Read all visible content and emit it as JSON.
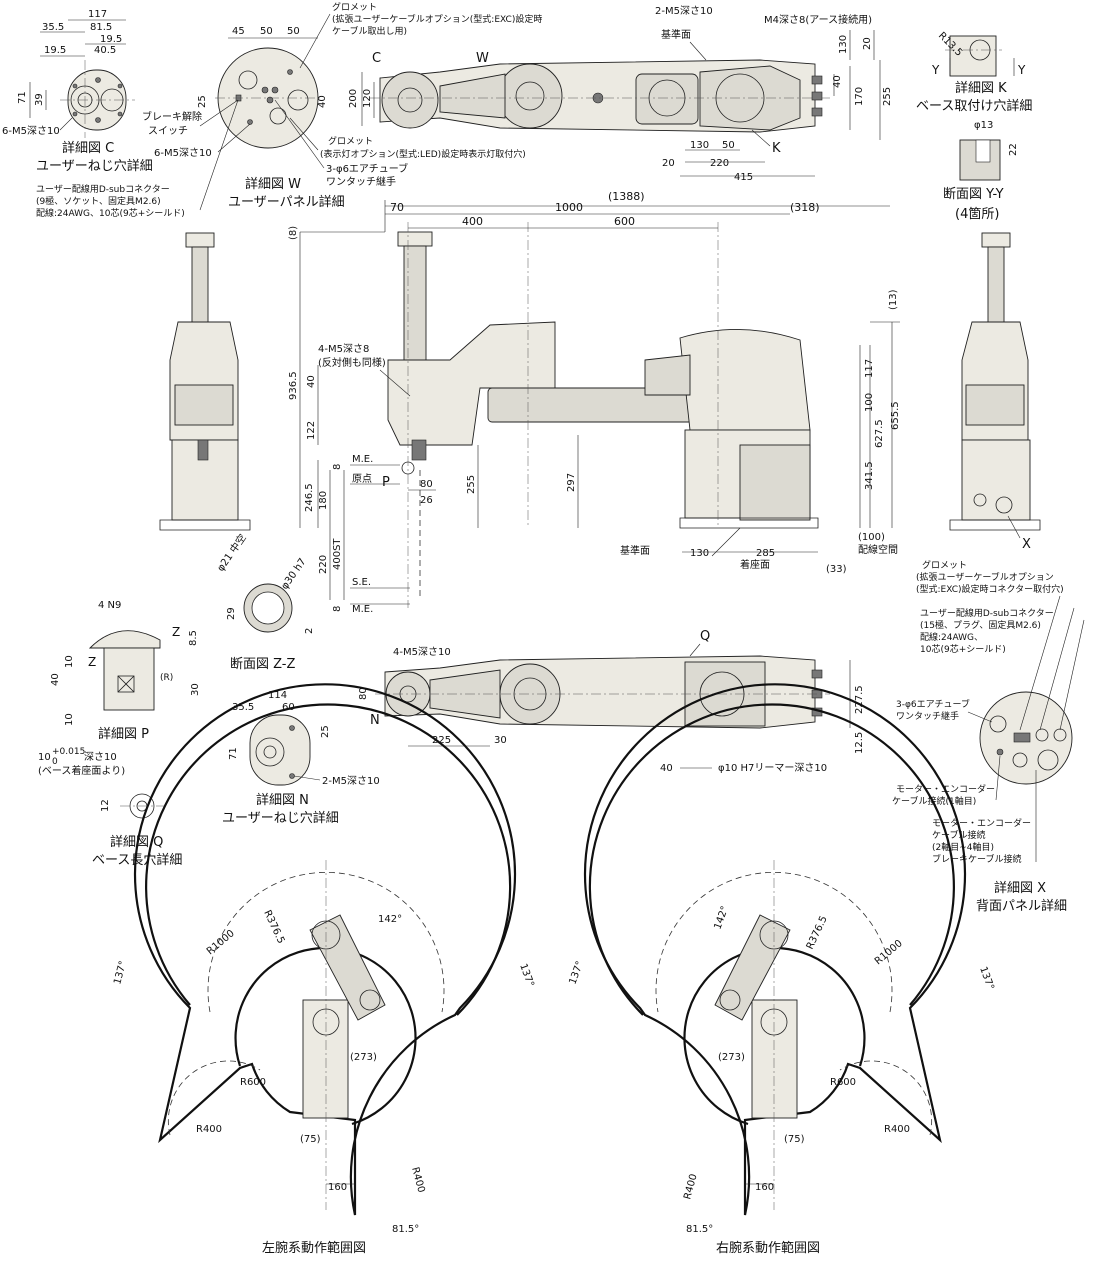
{
  "views": {
    "detail_c": {
      "title": "詳細図 C",
      "subtitle": "ユーザーねじ穴詳細",
      "dims": [
        "117",
        "35.5",
        "81.5",
        "19.5",
        "19.5",
        "40.5",
        "71",
        "39"
      ],
      "note": "6-M5深さ10"
    },
    "detail_w": {
      "title": "詳細図 W",
      "subtitle": "ユーザーパネル詳細",
      "dims": [
        "45",
        "50",
        "50",
        "25",
        "40"
      ],
      "callouts": [
        "グロメット",
        "(拡張ユーザーケーブルオプション(型式:EXC)設定時",
        "ケーブル取出し用)",
        "ブレーキ解除",
        "スイッチ",
        "6-M5深さ10",
        "グロメット",
        "(表示灯オプション(型式:LED)設定時表示灯取付穴)",
        "3-φ6エアチューブ",
        "ワンタッチ継手",
        "ユーザー配線用D-subコネクター",
        "(9極、ソケット、固定具M2.6)",
        "配線:24AWG、10芯(9芯+シールド)"
      ]
    },
    "top_view": {
      "labels": [
        "2-M5深さ10",
        "M4深さ8(アース接続用)",
        "基準面",
        "C",
        "W",
        "K"
      ],
      "dims": [
        "130",
        "20",
        "200",
        "120",
        "40",
        "170",
        "255",
        "130",
        "50",
        "220",
        "20",
        "415"
      ]
    },
    "detail_k": {
      "title": "詳細図 K",
      "subtitle": "ベース取付け穴詳細",
      "dims": [
        "R13.5"
      ],
      "marks": [
        "Y",
        "Y"
      ]
    },
    "section_yy": {
      "title": "断面図 Y-Y",
      "subtitle": "(4箇所)",
      "dims": [
        "φ13",
        "22"
      ]
    },
    "side_view": {
      "top_dims": [
        "(1388)",
        "70",
        "1000",
        "(318)",
        "400",
        "600"
      ],
      "left_dims": [
        "(8)",
        "936.5",
        "40",
        "122",
        "246.5",
        "180",
        "220",
        "400ST",
        "8",
        "8"
      ],
      "right_dims": [
        "(13)",
        "117",
        "100",
        "627.5",
        "655.5",
        "341.5"
      ],
      "inner_dims": [
        "255",
        "297",
        "80",
        "26"
      ],
      "bottom_dims": [
        "130",
        "285",
        "(33)",
        "(100)"
      ],
      "labels": [
        "4-M5深さ8",
        "(反対側も同様)",
        "M.E.",
        "原点",
        "P",
        "S.E.",
        "M.E.",
        "基準面",
        "着座面",
        "(100)",
        "配線空間",
        "X"
      ]
    },
    "section_zz": {
      "title": "断面図 Z-Z",
      "dims": [
        "φ21 中空",
        "φ30 h7",
        "29",
        "2"
      ]
    },
    "detail_p": {
      "title": "詳細図 P",
      "dims": [
        "4 N9",
        "8.5",
        "40",
        "10",
        "30",
        "10"
      ],
      "marks": [
        "Z",
        "Z",
        "(R)"
      ]
    },
    "detail_n": {
      "title": "詳細図 N",
      "subtitle": "ユーザーねじ穴詳細",
      "dims": [
        "114",
        "35.5",
        "60",
        "71",
        "25"
      ],
      "note": "2-M5深さ10"
    },
    "detail_q": {
      "title": "詳細図 Q",
      "subtitle": "ベース長穴詳細",
      "dims": [
        "10",
        "+0.015",
        "0",
        "12"
      ],
      "note1": "深さ10",
      "note2": "(ベース着座面より)"
    },
    "bottom_view": {
      "labels": [
        "Q",
        "4-M5深さ10",
        "N",
        "φ10 H7リーマー深さ10"
      ],
      "dims": [
        "80",
        "225",
        "30",
        "40",
        "227.5",
        "12.5"
      ]
    },
    "detail_x": {
      "title": "詳細図 X",
      "subtitle": "背面パネル詳細",
      "callouts": [
        "グロメット",
        "(拡張ユーザーケーブルオプション",
        "(型式:EXC)設定時コネクター取付穴)",
        "ユーザー配線用D-subコネクター",
        "(15極、プラグ、固定具M2.6)",
        "配線:24AWG、",
        "10芯(9芯+シールド)",
        "3-φ6エアチューブ",
        "ワンタッチ継手",
        "モーター・エンコーダー",
        "ケーブル接続(1軸目)",
        "モーター・エンコーダー",
        "ケーブル接続",
        "(2軸目~4軸目)",
        "ブレーキケーブル接続"
      ]
    },
    "range_left": {
      "title": "左腕系動作範囲図",
      "dims": [
        "R376.5",
        "142°",
        "R1000",
        "137°",
        "137°",
        "(273)",
        "R600",
        "R400",
        "(75)",
        "R400",
        "160",
        "81.5°"
      ]
    },
    "range_right": {
      "title": "右腕系動作範囲図",
      "dims": [
        "142°",
        "R376.5",
        "R1000",
        "137°",
        "137°",
        "(273)",
        "R600",
        "R400",
        "(75)",
        "R400",
        "160",
        "81.5°"
      ]
    }
  }
}
